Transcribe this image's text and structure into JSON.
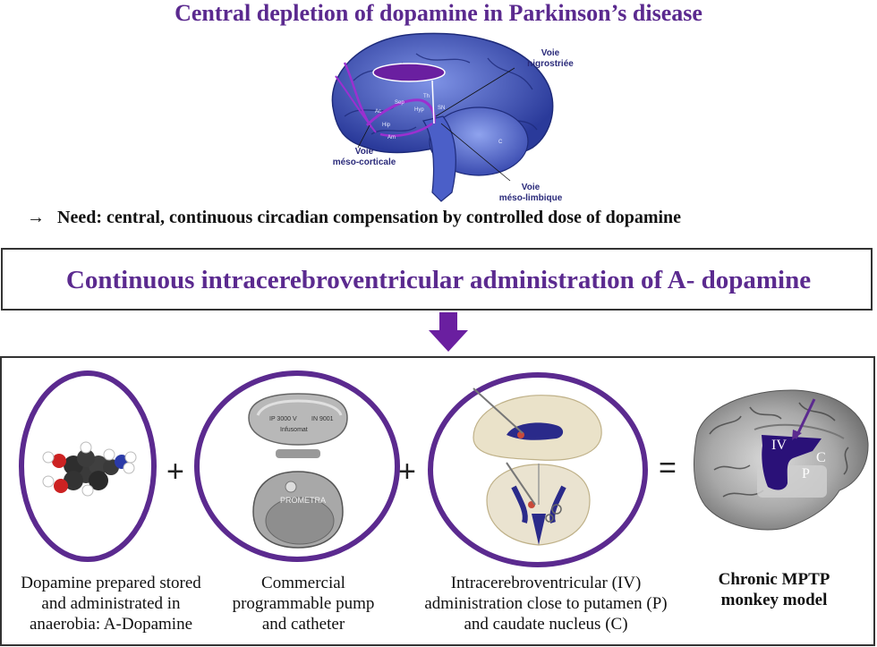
{
  "title": "Central depletion of dopamine in Parkinson’s disease",
  "brain_labels": {
    "nigro": [
      "Voie",
      "nigrostriée"
    ],
    "meso_corticale": [
      "Voie",
      "méso-corticale"
    ],
    "meso_limbique": [
      "Voie",
      "méso-limbique"
    ],
    "structures": [
      "Sep",
      "Hyp",
      "Th",
      "SN",
      "Ac",
      "Hip",
      "Am",
      "C"
    ]
  },
  "need": {
    "arrow": "→",
    "text": "Need: central, continuous circadian compensation by controlled dose of dopamine"
  },
  "administration_title": "Continuous intracerebroventricular administration of A- dopamine",
  "pump_labels": {
    "top": "IP 3000 V",
    "top2": "IN 9001",
    "top3": "Infusomat",
    "bottom": "PROMETRA"
  },
  "operators": [
    "+",
    "+",
    "="
  ],
  "monkey_labels": [
    "IV",
    "C",
    "P"
  ],
  "captions": [
    [
      "Dopamine prepared stored",
      "and administrated in",
      "anaerobia: A-Dopamine"
    ],
    [
      "Commercial",
      "programmable pump",
      "and catheter"
    ],
    [
      "Intracerebroventricular (IV)",
      "administration close to putamen (P)",
      "and caudate nucleus (C)"
    ],
    [
      "Chronic MPTP",
      "monkey model"
    ]
  ],
  "colors": {
    "purple": "#5b2a8f",
    "brain_blue": "#3a4fb5",
    "arrow_purple": "#6a1fa0"
  }
}
